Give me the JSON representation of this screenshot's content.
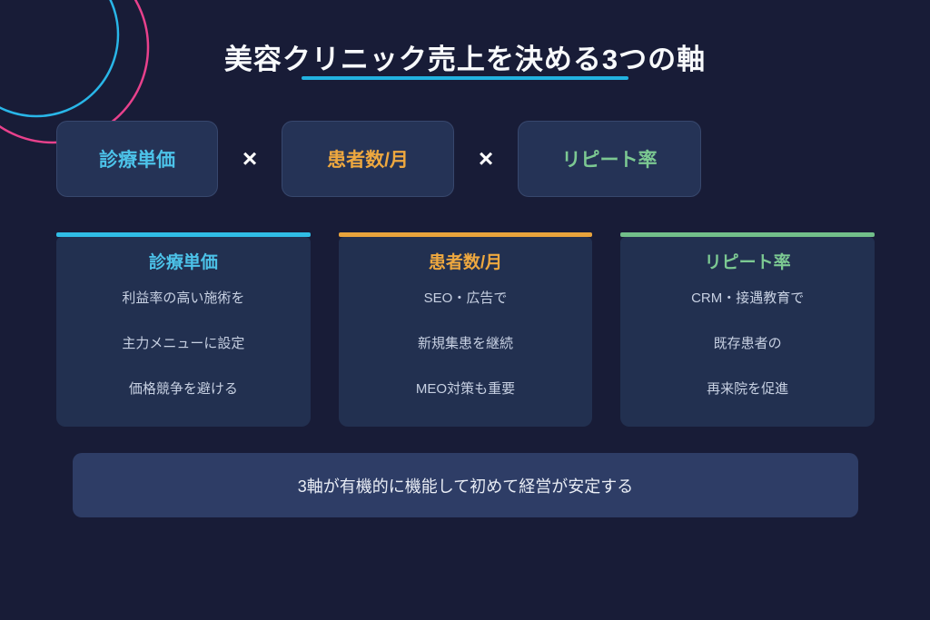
{
  "title": {
    "text": "美容クリニック売上を決める3つの軸"
  },
  "formula": {
    "operator": "×",
    "items": [
      {
        "label": "診療単価",
        "color": "#4cc2e8"
      },
      {
        "label": "患者数/月",
        "color": "#eea83f"
      },
      {
        "label": "リピート率",
        "color": "#7cc992"
      }
    ]
  },
  "cards": [
    {
      "title": "診療単価",
      "accent": "#30bde6",
      "lines": [
        "利益率の高い施術を",
        "主力メニューに設定",
        "価格競争を避ける"
      ]
    },
    {
      "title": "患者数/月",
      "accent": "#e8a33c",
      "lines": [
        "SEO・広告で",
        "新規集患を継続",
        "MEO対策も重要"
      ]
    },
    {
      "title": "リピート率",
      "accent": "#72bf8a",
      "lines": [
        "CRM・接遇教育で",
        "既存患者の",
        "再来院を促進"
      ]
    }
  ],
  "footer": {
    "text": "3軸が有機的に機能して初めて経営が安定する"
  },
  "colors": {
    "background": "#181c37",
    "panel": "#223050",
    "pill": "#253356",
    "banner": "#2e3d66",
    "underline": "#22b2e0",
    "deco_circle_cyan": "#29b6e8",
    "deco_circle_pink": "#e8418c"
  }
}
